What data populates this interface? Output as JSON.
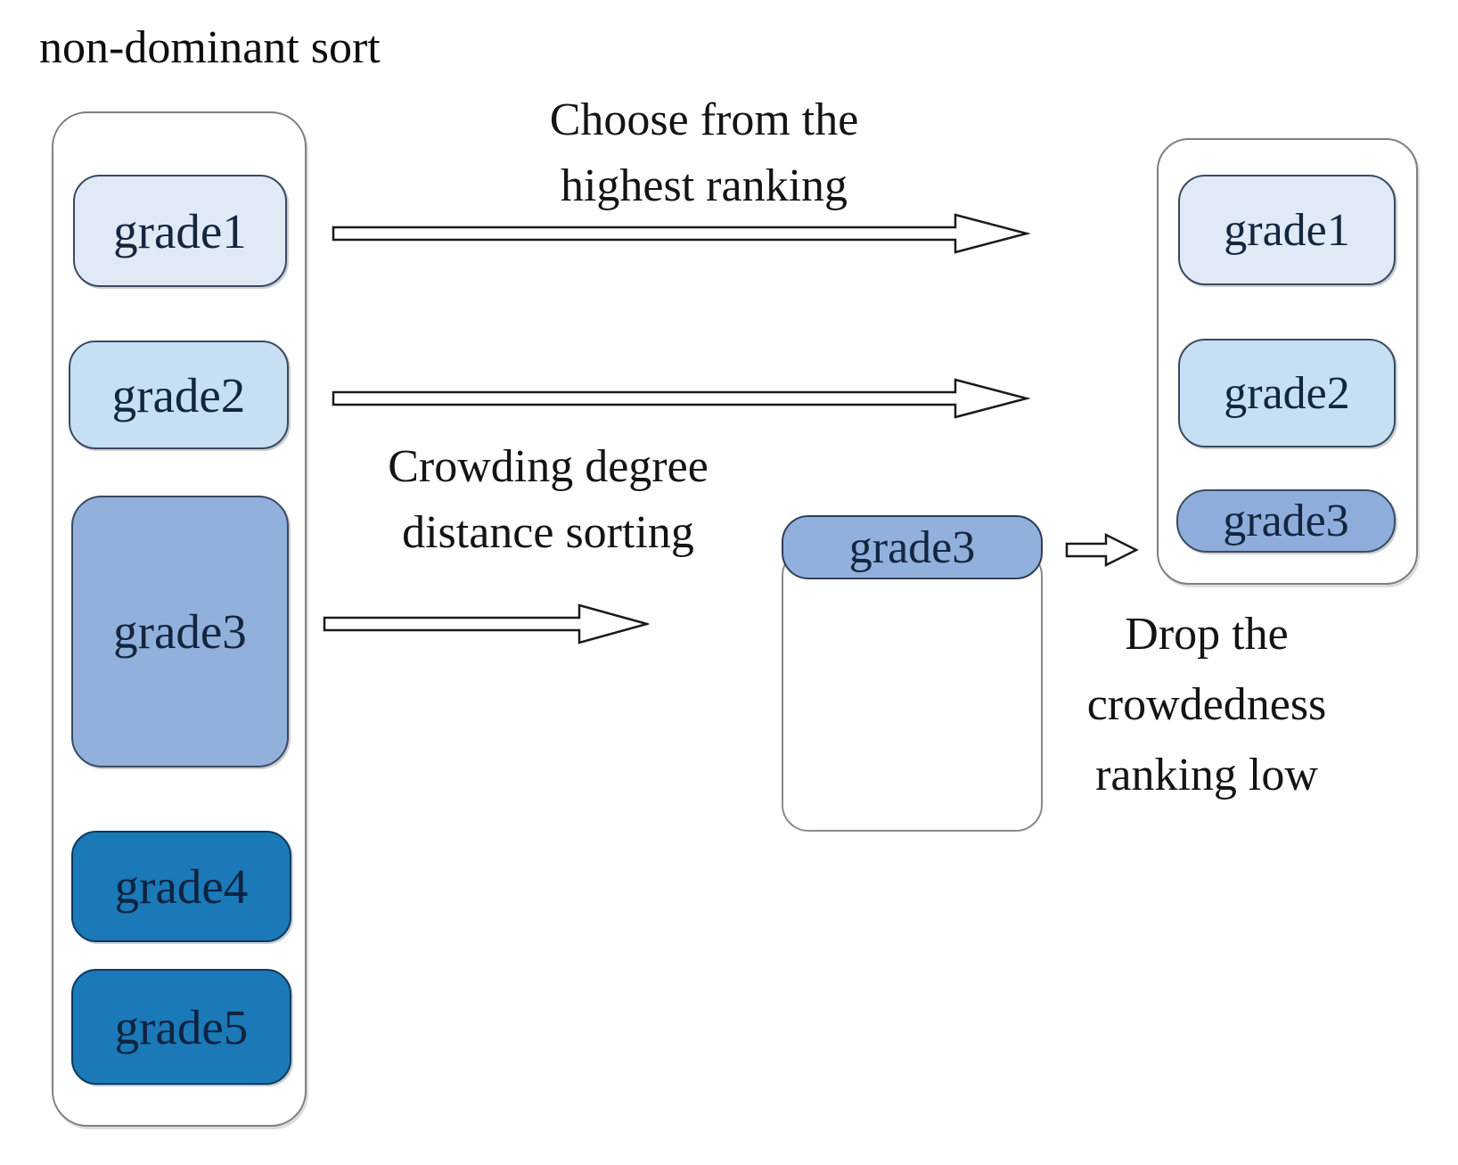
{
  "title": "non-dominant sort",
  "left_panel": {
    "items": [
      {
        "label": "grade1",
        "color": "#dfeaf6"
      },
      {
        "label": "grade2",
        "color": "#c6dff2"
      },
      {
        "label": "grade3",
        "color": "#92b0dc"
      },
      {
        "label": "grade4",
        "color": "#1a79b6"
      },
      {
        "label": "grade5",
        "color": "#1a79b6"
      }
    ]
  },
  "right_panel": {
    "items": [
      {
        "label": "grade1",
        "color": "#dfeaf6"
      },
      {
        "label": "grade2",
        "color": "#c6dff2"
      },
      {
        "label": "grade3",
        "color": "#8fadda"
      }
    ]
  },
  "middle_box": {
    "header": "grade3",
    "header_color": "#92b0dc"
  },
  "annotations": {
    "choose": {
      "line1": "Choose from the",
      "line2": "highest ranking"
    },
    "crowding": {
      "line1": "Crowding degree",
      "line2": "distance sorting"
    },
    "drop": {
      "line1": "Drop the",
      "line2": "crowdedness",
      "line3": "ranking low"
    }
  },
  "colors": {
    "panel_border": "#7f7f7f",
    "box_border": "#3a4a61",
    "dark_box_border": "#0d3a5c",
    "arrow_outline": "#1a1a1a",
    "arrow_fill": "#ffffff"
  }
}
